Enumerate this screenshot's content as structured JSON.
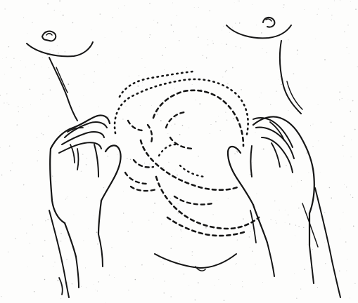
{
  "figure": {
    "ink_color": "#151515",
    "paper_color": "#fdfdfc",
    "components": [
      "left-breast",
      "right-breast",
      "abdomen-outline",
      "fetus-outline-dotted",
      "left-hand",
      "right-hand"
    ]
  }
}
